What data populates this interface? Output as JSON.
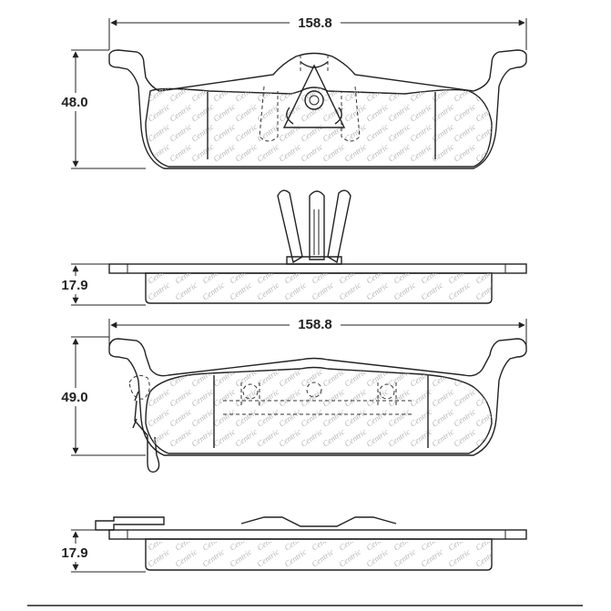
{
  "dimensions": {
    "top_width": "158.8",
    "top_height": "48.0",
    "top_thickness": "17.9",
    "bottom_width": "158.8",
    "bottom_height": "49.0",
    "bottom_thickness": "17.9"
  },
  "watermark_text": "Centric",
  "colors": {
    "line": "#222222",
    "watermark": "#b5b5b5",
    "background": "#ffffff"
  }
}
